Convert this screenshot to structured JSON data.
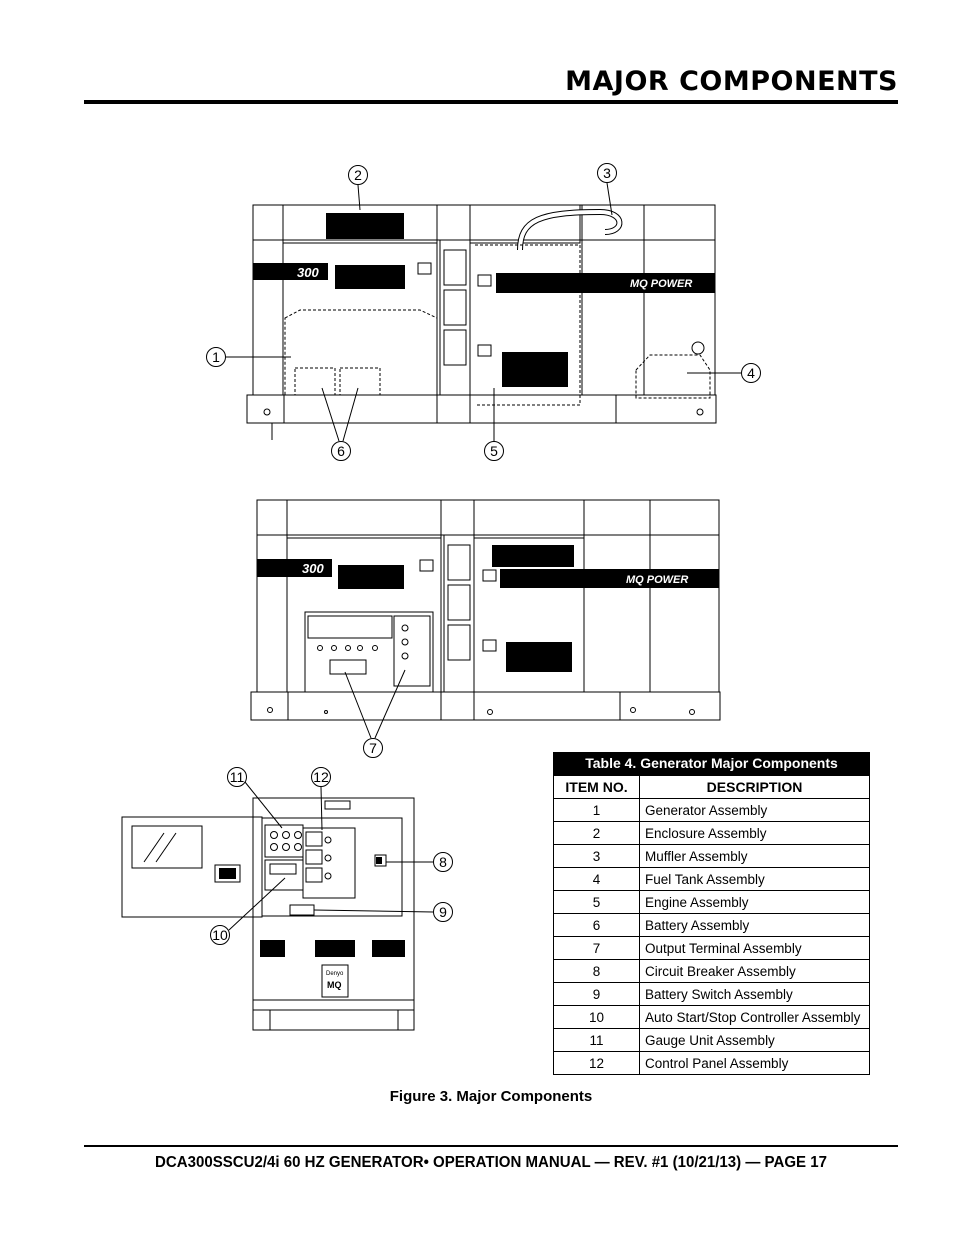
{
  "header": {
    "title": "MAJOR COMPONENTS"
  },
  "figure": {
    "caption": "Figure 3. Major Components",
    "model_badge": "300",
    "brand_badge": "MQ POWER",
    "callouts": [
      "1",
      "2",
      "3",
      "4",
      "5",
      "6",
      "7",
      "8",
      "9",
      "10",
      "11",
      "12"
    ]
  },
  "table": {
    "title": "Table 4. Generator Major Components",
    "headers": [
      "ITEM NO.",
      "DESCRIPTION"
    ],
    "rows": [
      {
        "no": "1",
        "desc": "Generator Assembly"
      },
      {
        "no": "2",
        "desc": "Enclosure Assembly"
      },
      {
        "no": "3",
        "desc": "Muffler Assembly"
      },
      {
        "no": "4",
        "desc": "Fuel Tank Assembly"
      },
      {
        "no": "5",
        "desc": "Engine Assembly"
      },
      {
        "no": "6",
        "desc": "Battery Assembly"
      },
      {
        "no": "7",
        "desc": "Output Terminal Assembly"
      },
      {
        "no": "8",
        "desc": "Circuit Breaker Assembly"
      },
      {
        "no": "9",
        "desc": "Battery Switch Assembly"
      },
      {
        "no": "10",
        "desc": "Auto Start/Stop Controller Assembly"
      },
      {
        "no": "11",
        "desc": "Gauge Unit Assembly"
      },
      {
        "no": "12",
        "desc": "Control Panel Assembly"
      }
    ]
  },
  "footer": {
    "text": "DCA300SSCU2/4i 60 HZ GENERATOR• OPERATION MANUAL — REV. #1 (10/21/13) — PAGE 17"
  }
}
